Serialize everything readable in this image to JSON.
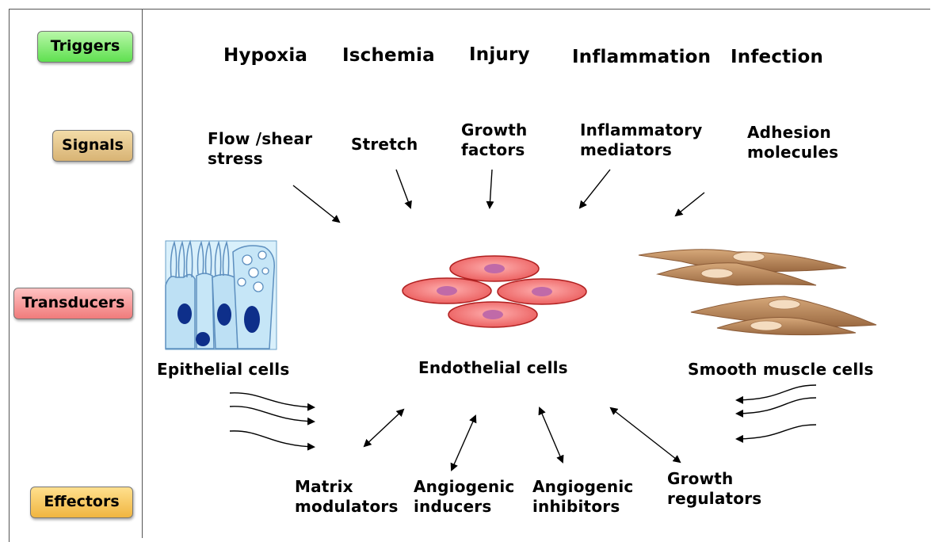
{
  "rows": {
    "triggers": "Triggers",
    "signals": "Signals",
    "transducers": "Transducers",
    "effectors": "Effectors"
  },
  "triggers": [
    "Hypoxia",
    "Ischemia",
    "Injury",
    "Inflammation",
    "Infection"
  ],
  "signals": [
    "Flow /shear\nstress",
    "Stretch",
    "Growth\nfactors",
    "Inflammatory\nmediators",
    "Adhesion\nmolecules"
  ],
  "transducers": [
    "Epithelial cells",
    "Endothelial cells",
    "Smooth muscle cells"
  ],
  "effectors": [
    "Matrix\nmodulators",
    "Angiogenic\ninducers",
    "Angiogenic\ninhibitors",
    "Growth\nregulators"
  ],
  "colors": {
    "triggers_tag": "#7be86a",
    "signals_tag": "#e3c48a",
    "transducers_tag": "#f39a9a",
    "effectors_tag": "#f5c75c",
    "endothelial_cell": "#f06f6f",
    "smooth_muscle": "#b8845a",
    "epithelial": "#bfe4f7"
  }
}
